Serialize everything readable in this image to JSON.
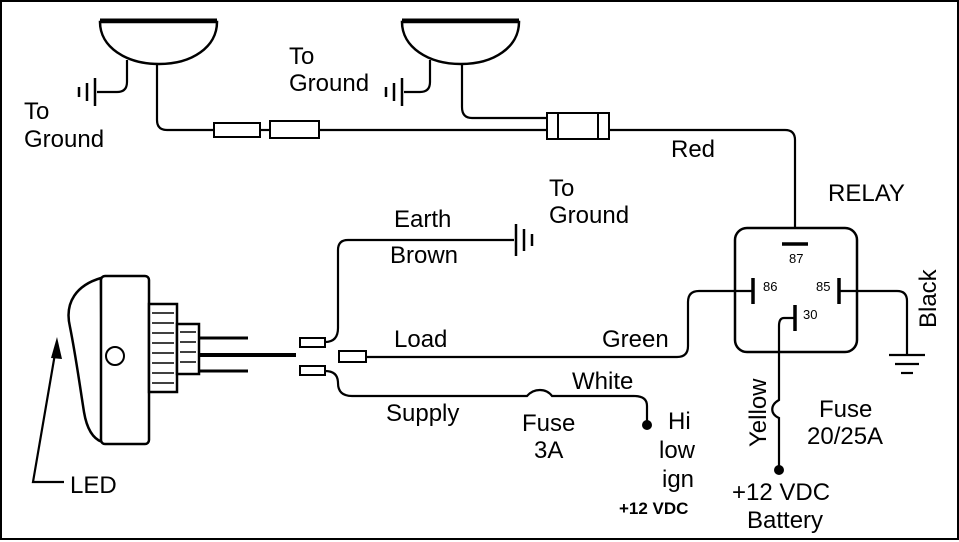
{
  "labels": {
    "to_ground_left": [
      "To",
      "Ground"
    ],
    "to_ground_mid": [
      "To",
      "Ground"
    ],
    "to_ground_earth": [
      "To",
      "Ground"
    ],
    "red": "Red",
    "relay": "RELAY",
    "earth": "Earth",
    "brown": "Brown",
    "load": "Load",
    "green": "Green",
    "white": "White",
    "supply": "Supply",
    "fuse_small": [
      "Fuse",
      "3A"
    ],
    "hi_low_ign": [
      "Hi",
      "low",
      "ign"
    ],
    "vdc_bold": "+12 VDC",
    "yellow": "Yellow",
    "black": "Black",
    "fuse_big": [
      "Fuse",
      "20/25A"
    ],
    "battery": [
      "+12 VDC",
      "Battery"
    ],
    "led": "LED",
    "pin87": "87",
    "pin86": "86",
    "pin85": "85",
    "pin30": "30"
  }
}
